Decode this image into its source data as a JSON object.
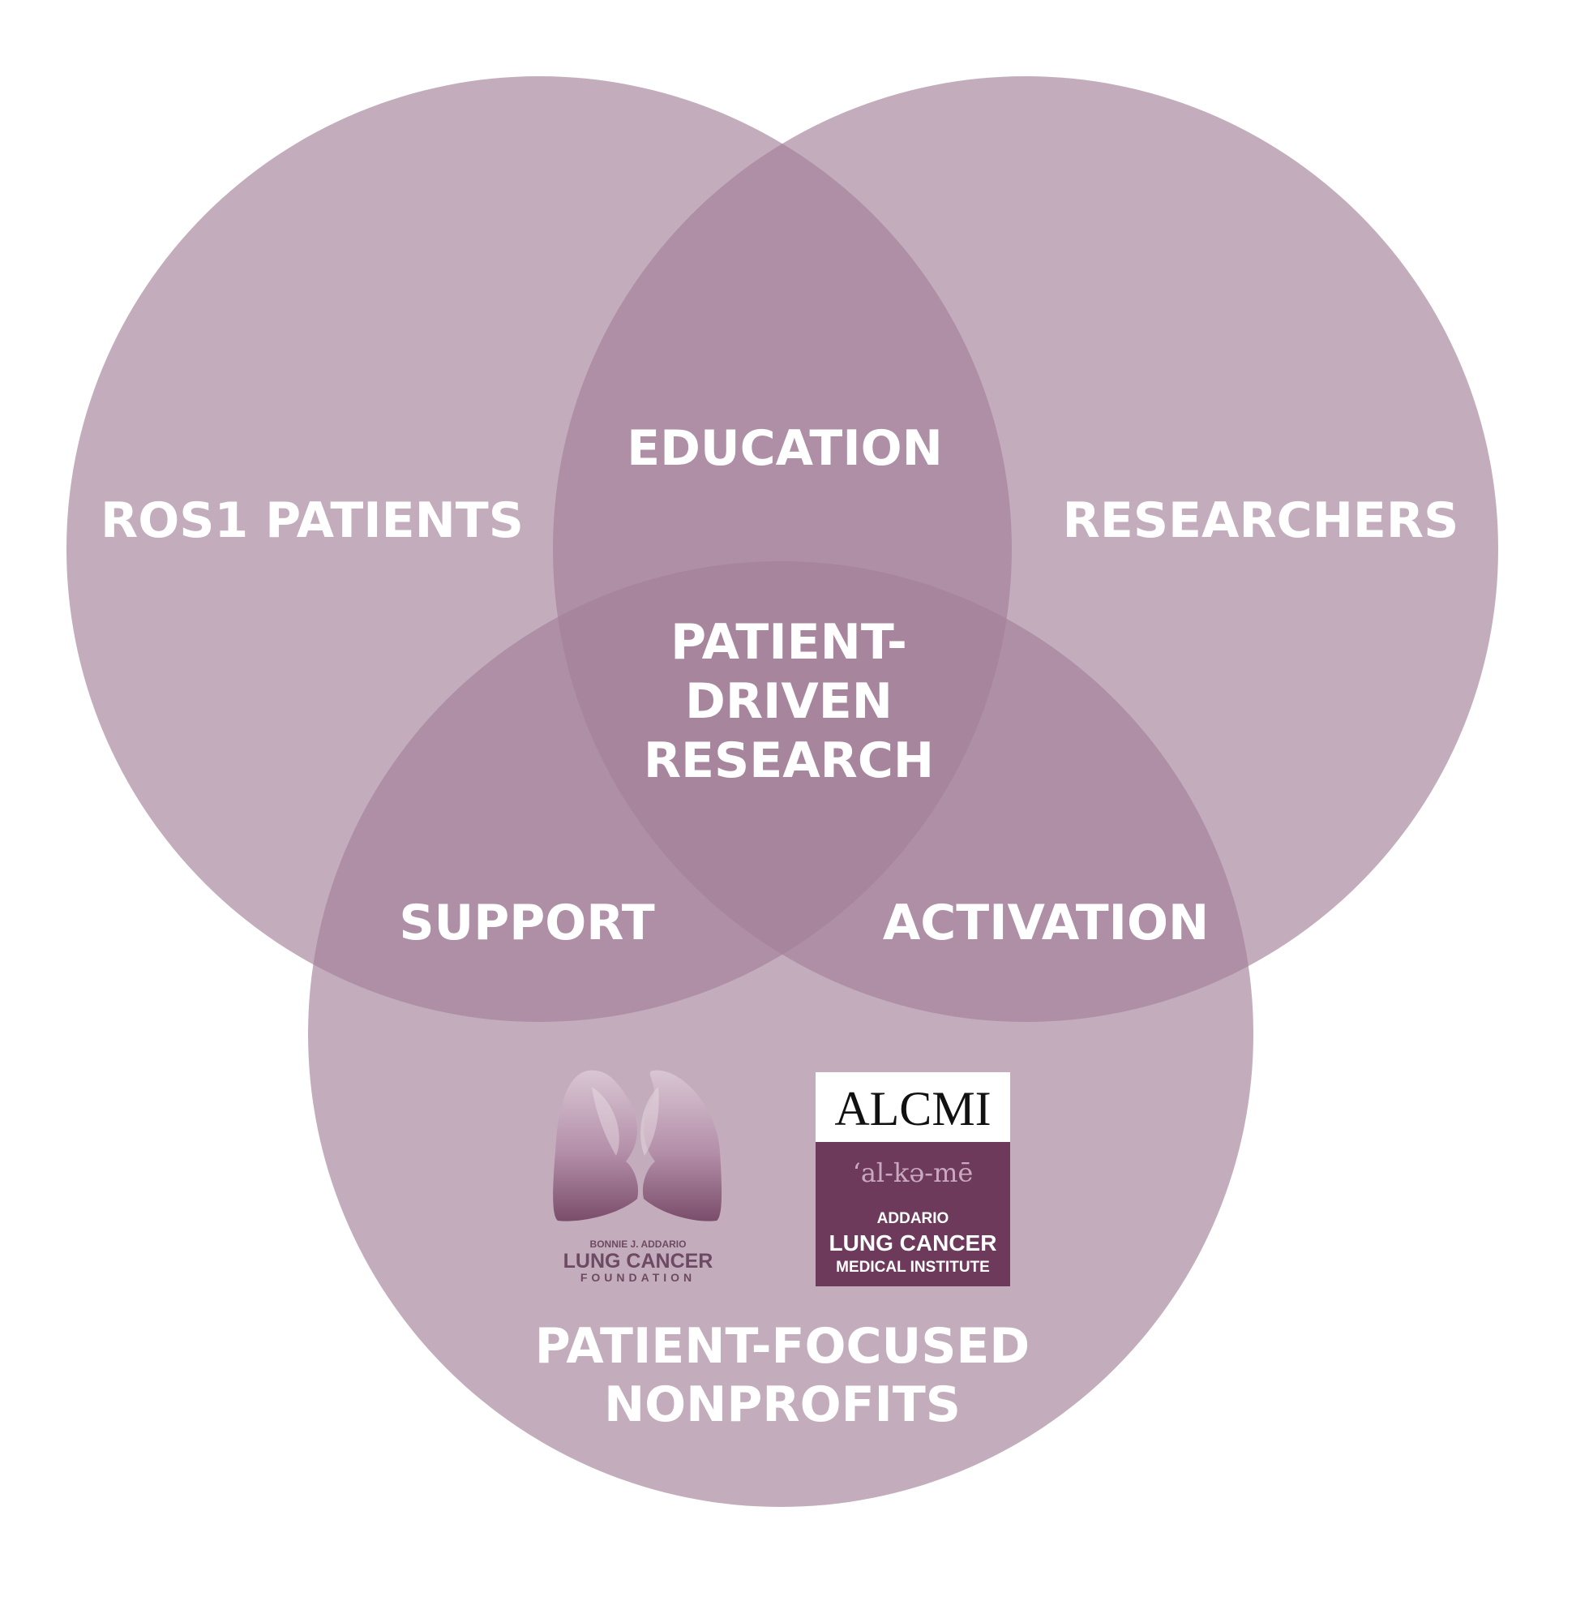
{
  "diagram": {
    "type": "venn-3",
    "colors": {
      "circle_fill": "#a37f98",
      "circle_opacity": 0.65,
      "label_color": "#ffffff",
      "alcmi_panel": "#6e3a5b",
      "alcmi_header": "#ffffff"
    },
    "sets": {
      "left": "ROS1 PATIENTS",
      "right": "RESEARCHERS",
      "bottom_line1": "PATIENT-FOCUSED",
      "bottom_line2": "NONPROFITS"
    },
    "intersections": {
      "top": "EDUCATION",
      "left_bottom": "SUPPORT",
      "right_bottom": "ACTIVATION",
      "center_line1": "PATIENT-",
      "center_line2": "DRIVEN",
      "center_line3": "RESEARCH"
    },
    "logos": {
      "lcf": {
        "icon": "lungs-icon",
        "line1": "BONNIE J. ADDARIO",
        "line2": "LUNG CANCER",
        "line3": "FOUNDATION"
      },
      "alcmi": {
        "title": "ALCMI",
        "phonetic": "ʻal-kə-mē",
        "line1": "ADDARIO",
        "line2": "LUNG CANCER",
        "line3": "MEDICAL INSTITUTE"
      }
    }
  }
}
